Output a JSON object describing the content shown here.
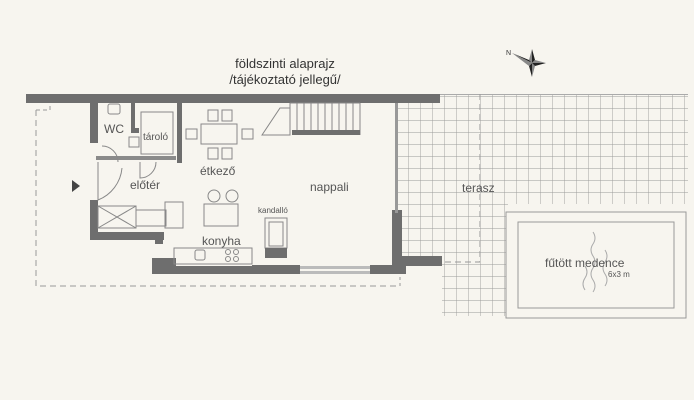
{
  "plan": {
    "title": "földszinti alaprajz",
    "subtitle": "/tájékoztató jellegű/",
    "compass": {
      "icon": "compass-rose-icon",
      "north_label": "N"
    },
    "rooms": [
      {
        "id": "wc",
        "label": "WC"
      },
      {
        "id": "tarolo",
        "label": "tároló"
      },
      {
        "id": "eloter",
        "label": "előtér"
      },
      {
        "id": "etkezo",
        "label": "étkező"
      },
      {
        "id": "nappali",
        "label": "nappali"
      },
      {
        "id": "konyha",
        "label": "konyha"
      },
      {
        "id": "kandallo",
        "label": "kandalló"
      },
      {
        "id": "terasz",
        "label": "terasz"
      },
      {
        "id": "medence",
        "label": "fűtött medence"
      }
    ],
    "pool_size": "6x3 m",
    "colors": {
      "wall": "#6e6e6e",
      "line": "#8a8a8a",
      "paper": "#f7f5ef",
      "text": "#333333"
    }
  }
}
